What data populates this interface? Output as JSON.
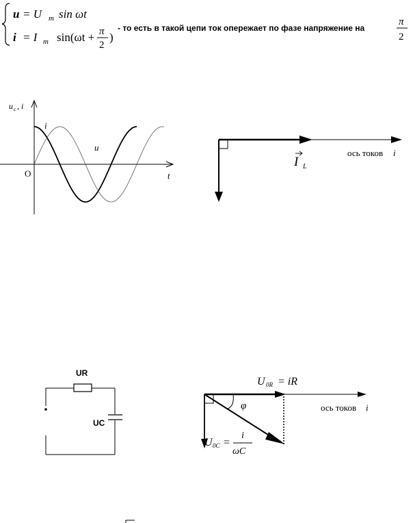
{
  "equations": {
    "u_lhs": "u",
    "u_rhs": "= U",
    "u_sub": "m",
    "u_fn": "sin ωt",
    "i_lhs": "i",
    "i_rhs": "= I",
    "i_sub": "m",
    "i_fn": "sin(ωt +",
    "i_frac_num": "π",
    "i_frac_den": "2",
    "i_close": ")",
    "note": "- то есть в такой цепи ток опережает по  фазе  напряжение на",
    "note_frac_num": "π",
    "note_frac_den": "2"
  },
  "waveform": {
    "ylabel_u": "u",
    "ylabel_u_sub": "c",
    "ylabel_sep": ", i",
    "xlabel": "t",
    "origin": "O",
    "curve_i_label": "i",
    "curve_u_label": "u"
  },
  "phasor1": {
    "vector_label": "I",
    "vector_sub": "L",
    "axis_label": "ось токов",
    "axis_var": "i"
  },
  "circuit": {
    "resistor_label": "UR",
    "capacitor_label": "UC"
  },
  "phasor2": {
    "ur_label": "U",
    "ur_sub": "0R",
    "ur_rhs": "= iR",
    "phi": "φ",
    "axis_label": "ось токов",
    "axis_var": "i",
    "uc_label": "U",
    "uc_sub": "0C",
    "uc_eq": "=",
    "uc_num": "i",
    "uc_den": "ωC"
  }
}
